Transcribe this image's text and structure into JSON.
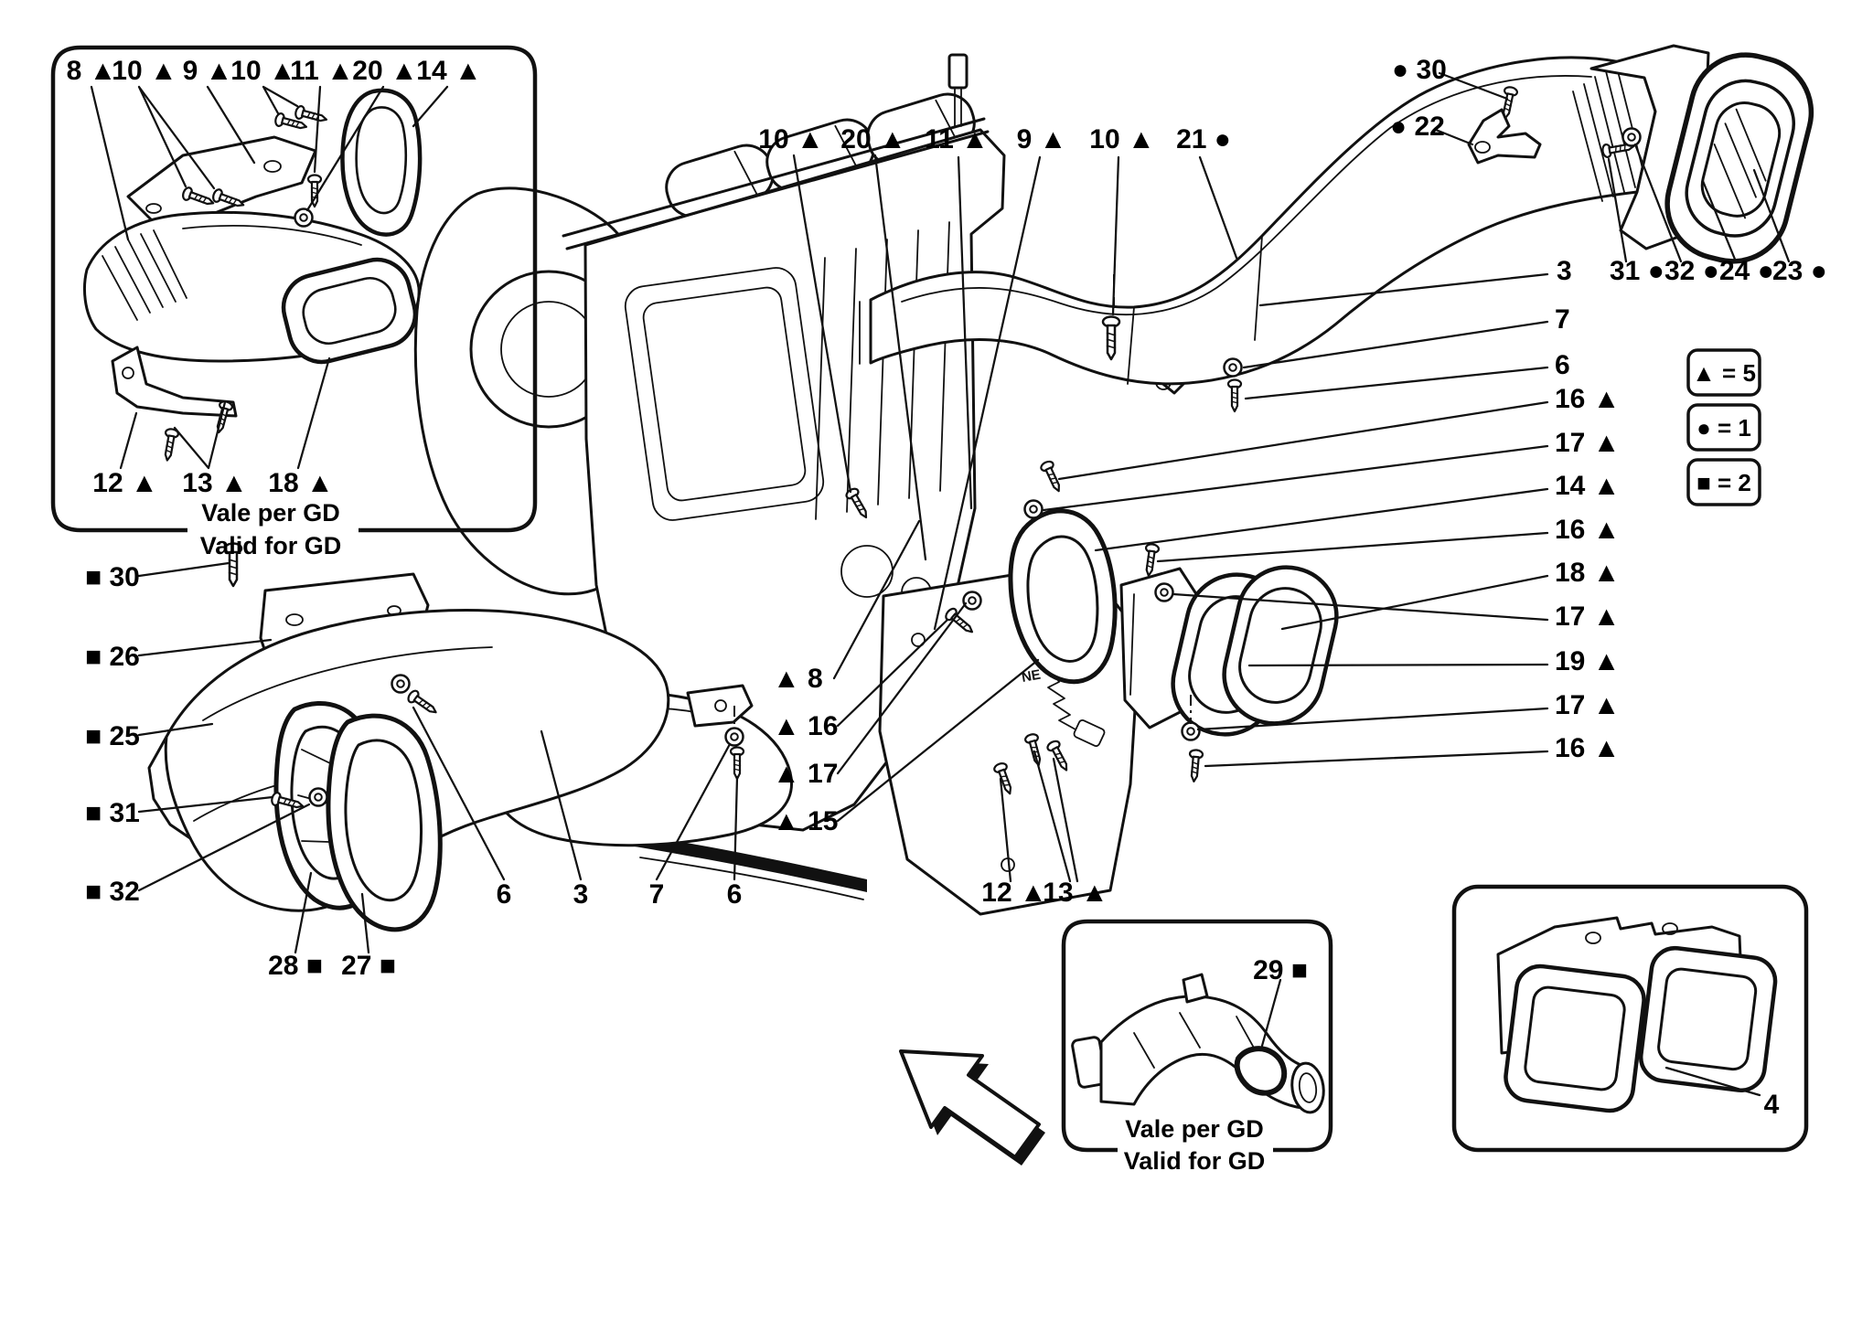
{
  "page": {
    "background": "#ffffff",
    "ink": "#111111"
  },
  "legend": {
    "items": [
      "▲ = 5",
      "● = 1",
      "■ = 2"
    ]
  },
  "inset_top_left": {
    "top_labels": [
      "8 ▲",
      "10 ▲",
      "9 ▲",
      "10 ▲",
      "11 ▲",
      "20 ▲",
      "14 ▲"
    ],
    "bottom_labels": [
      "12 ▲",
      "13 ▲",
      "18 ▲"
    ],
    "note1": "Vale per GD",
    "note2": "Valid for GD"
  },
  "main_top_labels": [
    "10 ▲",
    "20 ▲",
    "11 ▲",
    "9 ▲",
    "10 ▲",
    "21 ●"
  ],
  "right_top_labels": [
    "● 30",
    "● 22"
  ],
  "vent_row_labels": [
    "3",
    "31 ●",
    "32 ●",
    "24 ●",
    "23 ●"
  ],
  "right_column_labels": [
    "7",
    "6",
    "16 ▲",
    "17 ▲",
    "14 ▲",
    "16 ▲",
    "18 ▲",
    "17 ▲",
    "19 ▲",
    "17 ▲",
    "16 ▲"
  ],
  "left_column_labels": [
    "■ 30",
    "■ 26",
    "■ 25",
    "■ 31",
    "■ 32"
  ],
  "left_bottom_labels": [
    "28 ■",
    "27 ■"
  ],
  "center_bottom_labels": [
    "6",
    "3",
    "7",
    "6"
  ],
  "center_triangle_labels": [
    "▲ 8",
    "▲ 16",
    "▲ 17",
    "▲ 15"
  ],
  "center_bottom2_labels": [
    "12 ▲",
    "13 ▲"
  ],
  "plate_marking": "NE",
  "inset_bottom_center": {
    "label": "29 ■",
    "note1": "Vale per GD",
    "note2": "Valid for GD"
  },
  "inset_bottom_right": {
    "label": "4"
  }
}
